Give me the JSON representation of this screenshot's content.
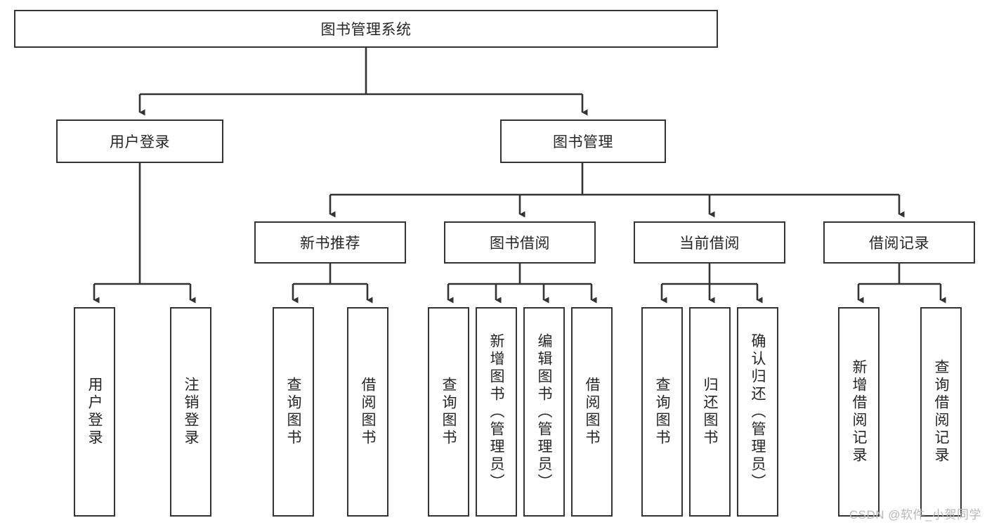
{
  "diagram": {
    "title_node": {
      "label": "图书管理系统"
    },
    "level2": [
      {
        "id": "user-login",
        "label": "用户登录"
      },
      {
        "id": "book-management",
        "label": "图书管理"
      }
    ],
    "level3": [
      {
        "id": "new-book-recommend",
        "label": "新书推荐"
      },
      {
        "id": "book-borrow",
        "label": "图书借阅"
      },
      {
        "id": "current-borrow",
        "label": "当前借阅"
      },
      {
        "id": "borrow-record",
        "label": "借阅记录"
      }
    ],
    "leaves": [
      {
        "id": "leaf-user-login",
        "label": "用户登录"
      },
      {
        "id": "leaf-logout-login",
        "label": "注销登录"
      },
      {
        "id": "leaf-query-book-1",
        "label": "查询图书"
      },
      {
        "id": "leaf-borrow-book-1",
        "label": "借阅图书"
      },
      {
        "id": "leaf-query-book-2",
        "label": "查询图书"
      },
      {
        "id": "leaf-add-book-admin",
        "label": "新增图书（管理员）"
      },
      {
        "id": "leaf-edit-book-admin",
        "label": "编辑图书（管理员）"
      },
      {
        "id": "leaf-borrow-book-2",
        "label": "借阅图书"
      },
      {
        "id": "leaf-query-book-3",
        "label": "查询图书"
      },
      {
        "id": "leaf-return-book",
        "label": "归还图书"
      },
      {
        "id": "leaf-confirm-return-admin",
        "label": "确认归还（管理员）"
      },
      {
        "id": "leaf-add-borrow-record",
        "label": "新增借阅记录"
      },
      {
        "id": "leaf-query-borrow-record",
        "label": "查询借阅记录"
      }
    ]
  },
  "watermark": {
    "text": "CSDN @软件_小贺同学"
  },
  "colors": {
    "stroke": "#333333",
    "text": "#262626",
    "background": "#ffffff",
    "watermark": "#b8b8b8"
  }
}
